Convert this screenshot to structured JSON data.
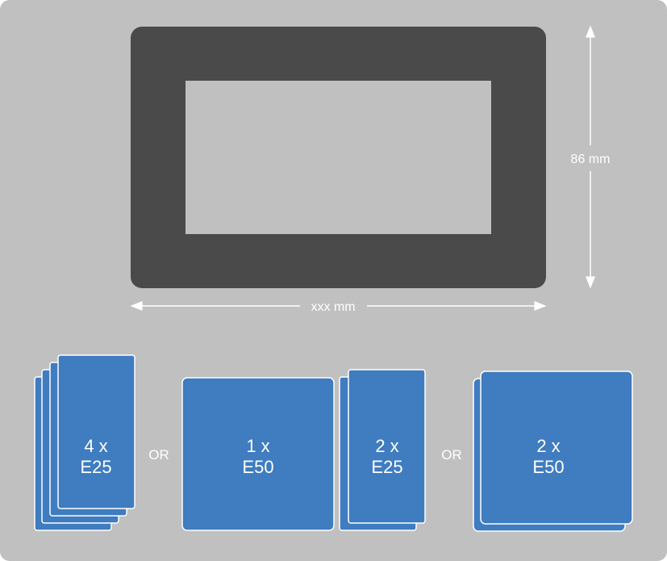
{
  "colors": {
    "background": "#c0c0c0",
    "frame": "#4a4a4a",
    "screen": "#c0c0c0",
    "module_fill": "#3f7cc0",
    "module_stroke": "#ffffff",
    "text_light": "#ffffff",
    "text_or": "#ffffff"
  },
  "dimensions": {
    "height_label": "86 mm",
    "width_label": "xxx mm"
  },
  "options": [
    {
      "line1": "4 x",
      "line2": "E25"
    },
    {
      "separator": "OR"
    },
    {
      "line1": "1 x",
      "line2": "E50"
    },
    {
      "line1": "2 x",
      "line2": "E25"
    },
    {
      "separator": "OR"
    },
    {
      "line1": "2 x",
      "line2": "E50"
    }
  ],
  "labels": {
    "or_1": "OR",
    "or_2": "OR",
    "opt_4xe25_l1": "4 x",
    "opt_4xe25_l2": "E25",
    "opt_1xe50_l1": "1 x",
    "opt_1xe50_l2": "E50",
    "opt_2xe25_l1": "2 x",
    "opt_2xe25_l2": "E25",
    "opt_2xe50_l1": "2 x",
    "opt_2xe50_l2": "E50"
  }
}
